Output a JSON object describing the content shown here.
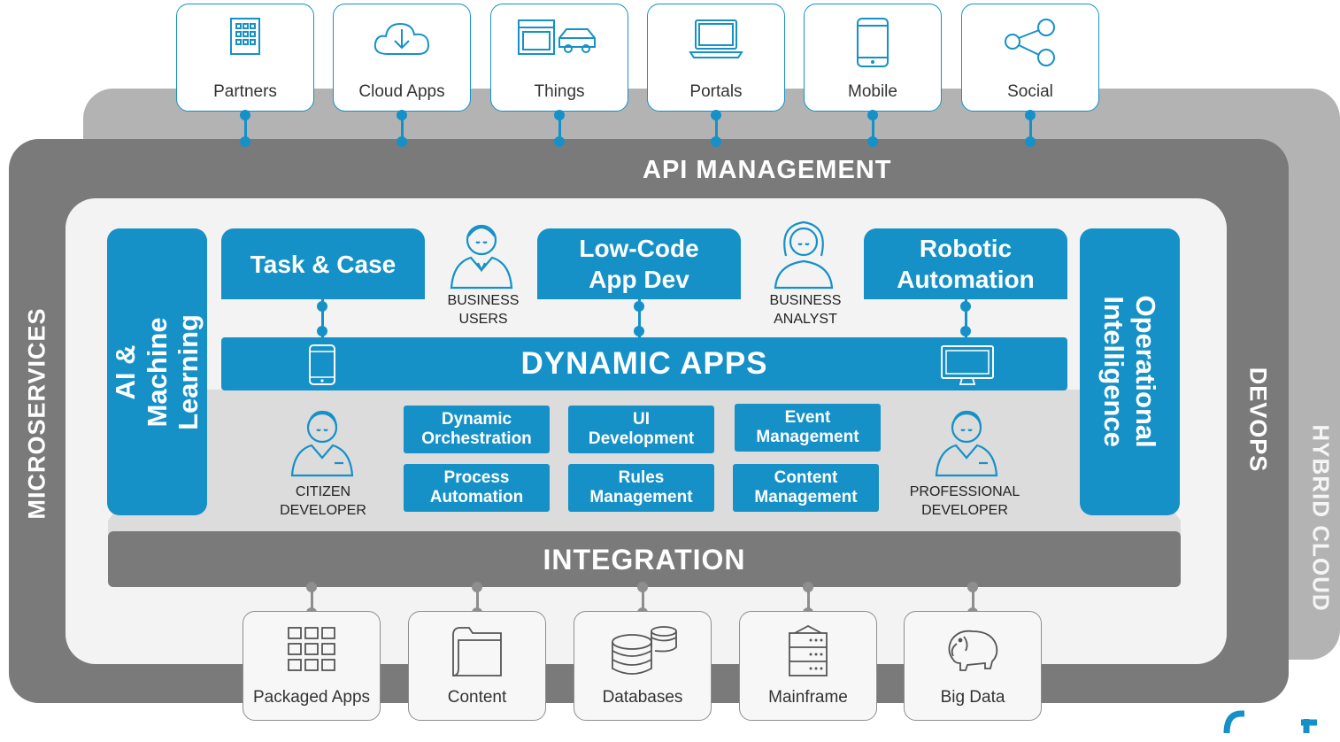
{
  "layers": {
    "hybrid_cloud": "HYBRID CLOUD",
    "devops": "DEVOPS",
    "microservices": "MICROSERVICES",
    "api_management": "API MANAGEMENT",
    "integration": "INTEGRATION",
    "dynamic_apps": "DYNAMIC APPS"
  },
  "channels": [
    {
      "label": "Partners",
      "icon": "building-icon"
    },
    {
      "label": "Cloud Apps",
      "icon": "cloud-download-icon"
    },
    {
      "label": "Things",
      "icon": "oven-car-icon"
    },
    {
      "label": "Portals",
      "icon": "laptop-icon"
    },
    {
      "label": "Mobile",
      "icon": "smartphone-icon"
    },
    {
      "label": "Social",
      "icon": "share-icon"
    }
  ],
  "side_panels": {
    "left": "AI & Machine Learning",
    "right": "Operational Intelligence"
  },
  "capabilities_top": {
    "task_case": "Task & Case",
    "low_code_1": "Low-Code",
    "low_code_2": "App Dev",
    "robotic_1": "Robotic",
    "robotic_2": "Automation"
  },
  "personas": {
    "business_users_1": "BUSINESS",
    "business_users_2": "USERS",
    "business_analyst_1": "BUSINESS",
    "business_analyst_2": "ANALYST",
    "citizen_dev_1": "CITIZEN",
    "citizen_dev_2": "DEVELOPER",
    "professional_dev_1": "PROFESSIONAL",
    "professional_dev_2": "DEVELOPER"
  },
  "capabilities_grid": [
    {
      "line1": "Dynamic",
      "line2": "Orchestration"
    },
    {
      "line1": "UI",
      "line2": "Development"
    },
    {
      "line1": "Event",
      "line2": "Management"
    },
    {
      "line1": "Process",
      "line2": "Automation"
    },
    {
      "line1": "Rules",
      "line2": "Management"
    },
    {
      "line1": "Content",
      "line2": "Management"
    }
  ],
  "sources": [
    {
      "label": "Packaged Apps",
      "icon": "grid-apps-icon"
    },
    {
      "label": "Content",
      "icon": "folder-icon"
    },
    {
      "label": "Databases",
      "icon": "database-icon"
    },
    {
      "label": "Mainframe",
      "icon": "server-icon"
    },
    {
      "label": "Big Data",
      "icon": "elephant-icon"
    }
  ],
  "colors": {
    "accent": "#1591c8",
    "dark_gray": "#7a7a7a",
    "mid_gray": "#8e8e8e",
    "light_gray": "#b3b3b3"
  }
}
